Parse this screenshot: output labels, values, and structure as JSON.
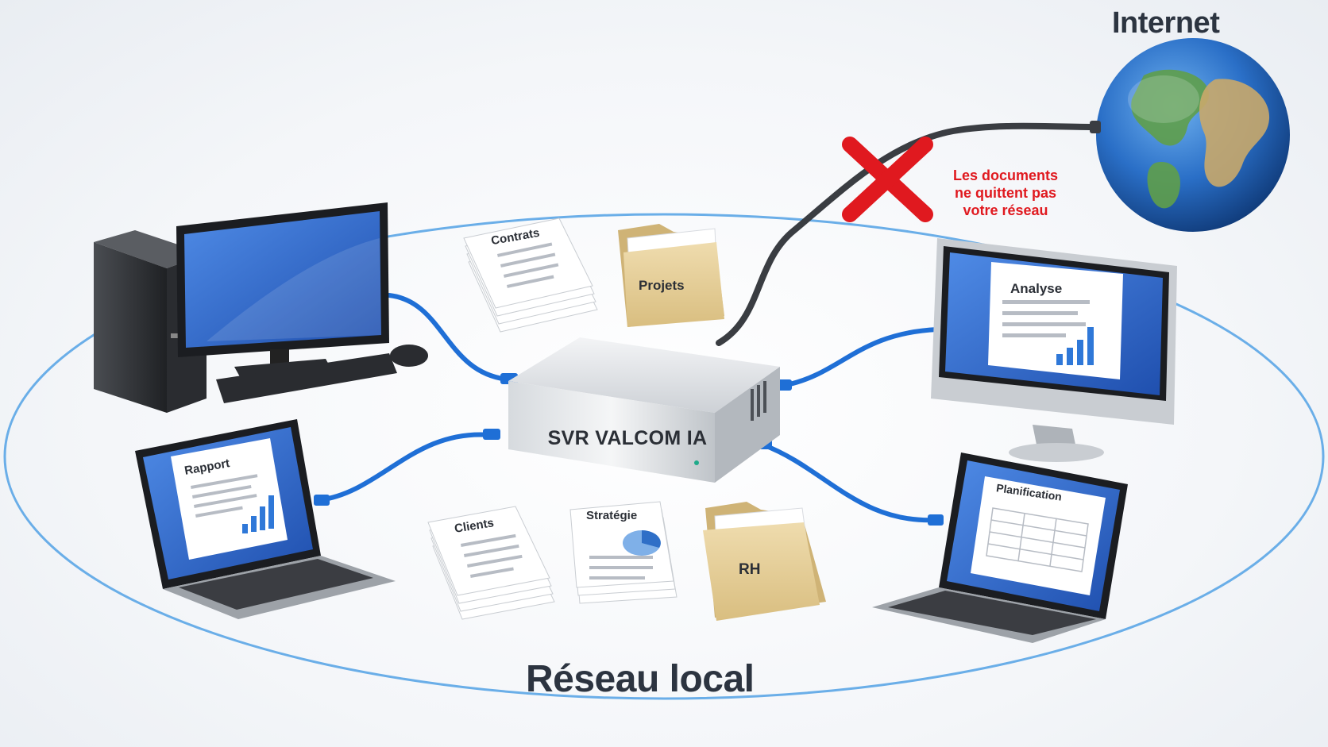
{
  "titles": {
    "internet": "Internet",
    "local_network": "Réseau local"
  },
  "warning_lines": [
    "Les documents",
    "ne quittent pas",
    "votre réseau"
  ],
  "server": {
    "label": "SVR VALCOM IA"
  },
  "documents": {
    "contrats": "Contrats",
    "projets": "Projets",
    "clients": "Clients",
    "strategie": "Stratégie",
    "rh": "RH"
  },
  "screens": {
    "analyse": "Analyse",
    "rapport": "Rapport",
    "planification": "Planification"
  },
  "icons": [
    "desktop-computer-icon",
    "monitor-icon",
    "laptop-icon",
    "globe-icon",
    "server-icon",
    "folder-icon",
    "document-stack-icon",
    "blocked-x-icon"
  ],
  "colors": {
    "network_ring": "#6aaee8",
    "cable": "#1f6fd6",
    "blocked": "#e0191f",
    "screen": "#2f63c7",
    "folder": "#e5cf9a"
  }
}
